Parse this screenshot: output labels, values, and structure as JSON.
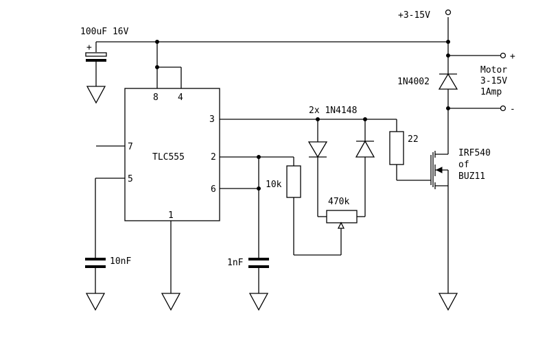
{
  "schematic": {
    "supply": "+3-15V",
    "c_supply": "100uF  16V",
    "c_plus": "+",
    "ic": {
      "name": "TLC555",
      "pins": {
        "p8": "8",
        "p4": "4",
        "p3": "3",
        "p7": "7",
        "p2": "2",
        "p5": "5",
        "p6": "6",
        "p1": "1"
      }
    },
    "diodes": "2x  1N4148",
    "r_gate": "22",
    "r_10k": "10k",
    "pot": "470k",
    "c_10nf": "10nF",
    "c_1nf": "1nF",
    "flyback": "1N4002",
    "motor": {
      "name": "Motor",
      "voltage": "3-15V",
      "current": "1Amp",
      "plus": "+",
      "minus": "-"
    },
    "mosfet": {
      "part": "IRF540",
      "or": "of",
      "alt": "BUZ11"
    }
  }
}
